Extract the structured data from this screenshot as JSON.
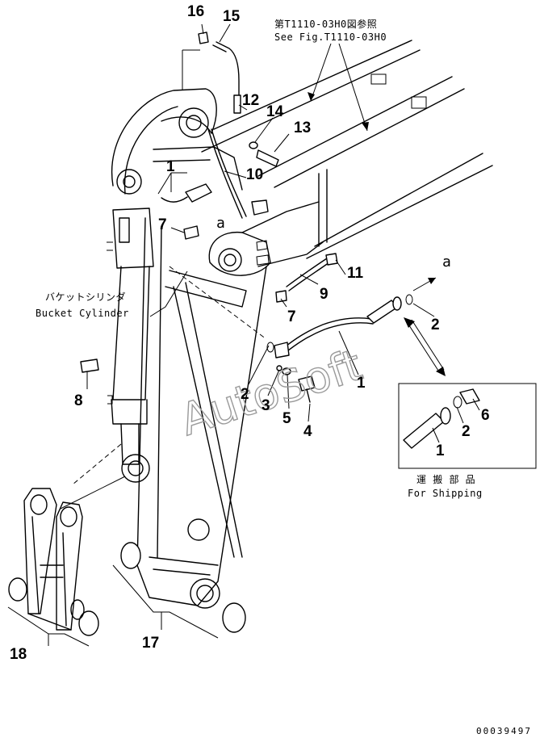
{
  "reference_note": {
    "jp": "第T1110-03H0図参照",
    "en": "See Fig.T1110-03H0"
  },
  "bucket_cylinder": {
    "jp": "バケットシリンダ",
    "en": "Bucket Cylinder"
  },
  "shipping": {
    "jp": "運 搬 部 品",
    "en": "For Shipping"
  },
  "view_marker": "a",
  "watermark": "AutoSoft",
  "drawing_number": "00039497",
  "part_callouts": [
    "16",
    "15",
    "12",
    "14",
    "13",
    "1",
    "10",
    "7",
    "11",
    "9",
    "7",
    "2",
    "1",
    "2",
    "3",
    "5",
    "4",
    "8",
    "6",
    "2",
    "1",
    "17",
    "18"
  ]
}
